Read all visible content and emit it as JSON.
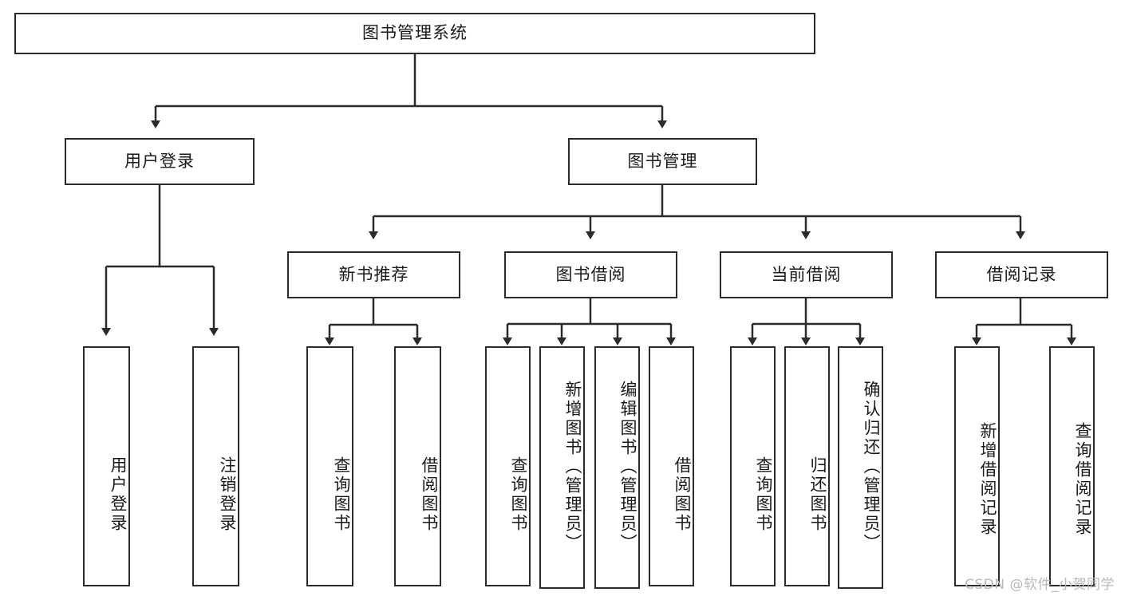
{
  "diagram": {
    "type": "tree",
    "title": "图书管理系统",
    "root": {
      "label": "图书管理系统"
    },
    "level2": [
      {
        "label": "用户登录"
      },
      {
        "label": "图书管理"
      }
    ],
    "level3": [
      {
        "label": "新书推荐"
      },
      {
        "label": "图书借阅"
      },
      {
        "label": "当前借阅"
      },
      {
        "label": "借阅记录"
      }
    ],
    "leaves": {
      "user_login": [
        {
          "label": "用户登录"
        },
        {
          "label": "注销登录"
        }
      ],
      "new_book_recommend": [
        {
          "label": "查询图书"
        },
        {
          "label": "借阅图书"
        }
      ],
      "book_borrow": [
        {
          "label": "查询图书"
        },
        {
          "label": "新增图书（管理员）"
        },
        {
          "label": "编辑图书（管理员）"
        },
        {
          "label": "借阅图书"
        }
      ],
      "current_borrow": [
        {
          "label": "查询图书"
        },
        {
          "label": "归还图书"
        },
        {
          "label": "确认归还（管理员）"
        }
      ],
      "borrow_record": [
        {
          "label": "新增借阅记录"
        },
        {
          "label": "查询借阅记录"
        }
      ]
    }
  },
  "watermark": {
    "text": "CSDN @软件_小贺同学"
  },
  "colors": {
    "box_border": "#2b2b2b",
    "box_fill": "#ffffff",
    "edge": "#2b2b2b",
    "text": "#1a1a1a",
    "watermark": "#b9b9b9"
  }
}
